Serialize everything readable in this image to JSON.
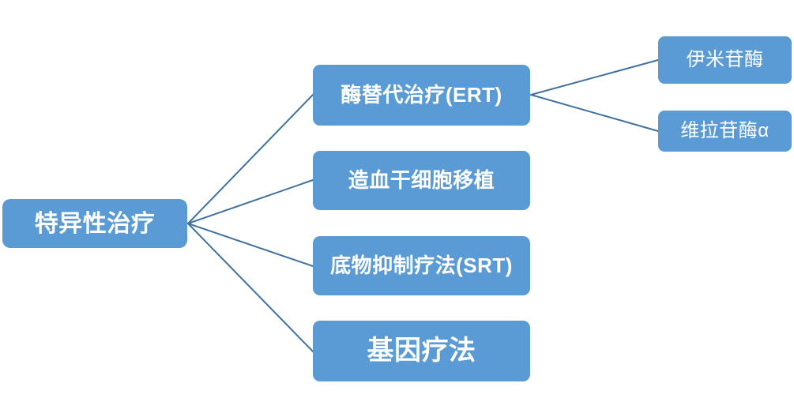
{
  "diagram": {
    "type": "tree",
    "title": "特异性治疗",
    "colors": {
      "node_fill": "#5B9BD5",
      "node_text": "#FFFFFF",
      "connector": "#41719C",
      "background": "#FFFFFF"
    },
    "root": {
      "label": "特异性治疗"
    },
    "branches": [
      {
        "label": "酶替代治疗(ERT)"
      },
      {
        "label": "造血干细胞移植"
      },
      {
        "label": "底物抑制疗法(SRT)"
      },
      {
        "label": "基因疗法"
      }
    ],
    "ert_children": [
      {
        "label": "伊米苷酶"
      },
      {
        "label": "维拉苷酶α"
      }
    ]
  }
}
